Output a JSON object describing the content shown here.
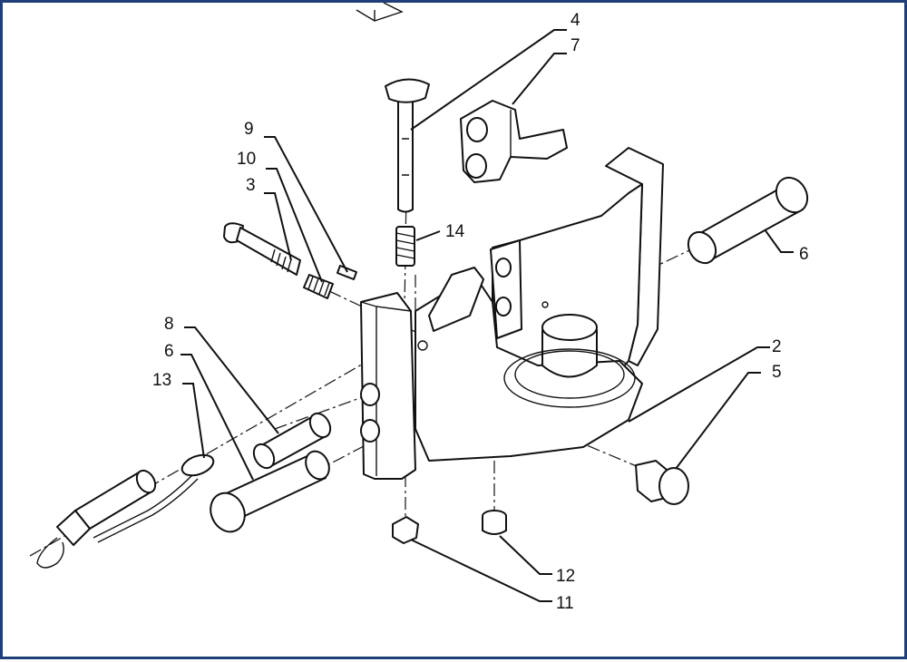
{
  "callouts": {
    "c1": "4",
    "c2": "7",
    "c3": "9",
    "c4": "10",
    "c5": "3",
    "c6": "14",
    "c7": "6",
    "c8": "8",
    "c9": "6",
    "c10": "13",
    "c11": "2",
    "c12": "5",
    "c13": "12",
    "c14": "11"
  }
}
